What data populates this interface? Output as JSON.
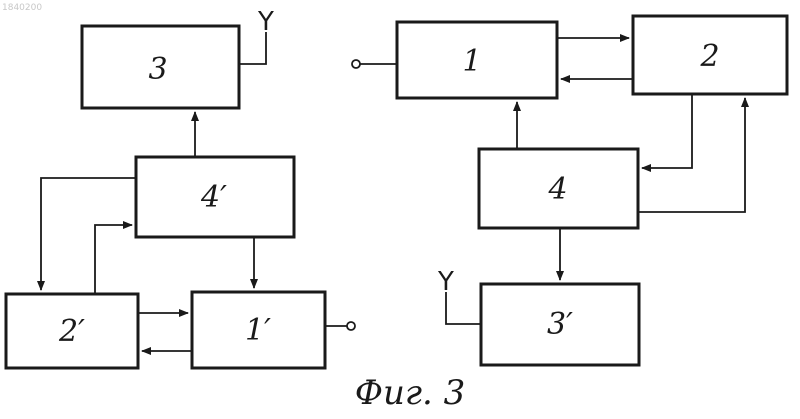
{
  "stamp_text": "1840200",
  "blocks": {
    "b1": "1",
    "b2": "2",
    "b3": "3",
    "b4": "4",
    "b1p": "1′",
    "b2p": "2′",
    "b3p": "3′",
    "b4p": "4′"
  },
  "antenna_symbol": "Y",
  "caption": "Фиг. 3"
}
